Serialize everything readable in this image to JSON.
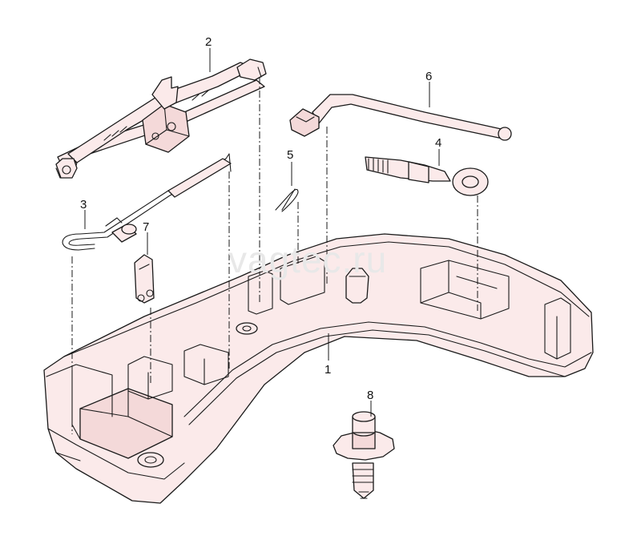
{
  "watermark": "vagtec.ru",
  "callouts": [
    {
      "id": "c1",
      "label": "1",
      "part": "spare-wheel-foam-tray"
    },
    {
      "id": "c2",
      "label": "2",
      "part": "scissor-jack"
    },
    {
      "id": "c3",
      "label": "3",
      "part": "jack-crank-handle"
    },
    {
      "id": "c4",
      "label": "4",
      "part": "towing-eye"
    },
    {
      "id": "c5",
      "label": "5",
      "part": "retaining-clip"
    },
    {
      "id": "c6",
      "label": "6",
      "part": "wheel-brace-tube"
    },
    {
      "id": "c7",
      "label": "7",
      "part": "spring-clip"
    },
    {
      "id": "c8",
      "label": "8",
      "part": "centre-fastener"
    }
  ]
}
